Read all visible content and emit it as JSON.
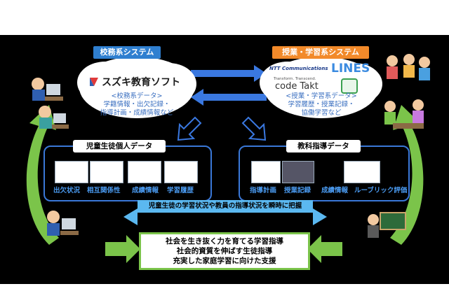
{
  "diagram": {
    "left_system": {
      "title": "校務系システム",
      "logo_text": "スズキ教育ソフト",
      "desc_lines": [
        "<校務系データ>",
        "学籍情報・出欠記録・",
        "指導計画・成績情報など"
      ]
    },
    "right_system": {
      "title": "授業・学習系システム",
      "ntt_text": "NTT Communications",
      "lines_text": "LINES",
      "codetakt_tagline": "Transform. Transcend.",
      "codetakt_text": "code Takt",
      "desc_lines": [
        "<授業・学習系データ>",
        "学習履歴・授業記録・",
        "協働学習など"
      ]
    },
    "student_data": {
      "title": "児童生徒個人データ",
      "labels": [
        "出欠状況",
        "相互関係性",
        "成績情報",
        "学習履歴"
      ]
    },
    "teaching_data": {
      "title": "教科指導データ",
      "labels": [
        "指導計画",
        "授業記録",
        "成績情報",
        "ルーブリック評価"
      ]
    },
    "banner": "児童生徒の学習状況や教員の指導状況を瞬時に把握",
    "goals": [
      "社会を生き抜く力を育てる学習指導",
      "社会的資質を伸ばす生徒指導",
      "充実した家庭学習に向けた支援"
    ],
    "colors": {
      "accent_blue": "#2f7fd0",
      "accent_orange": "#f28a2a",
      "arrow_green": "#7bc44a",
      "label_blue": "#4a9af0"
    }
  }
}
